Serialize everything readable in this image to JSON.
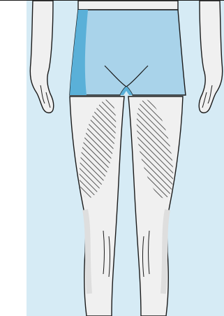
{
  "diagram": {
    "subject": "legs-front-view",
    "highlighted_regions": [
      "left-thigh-front",
      "right-thigh-front"
    ],
    "colors": {
      "background_panel": "#d6ebf5",
      "page": "#ffffff",
      "shorts": "#a9d3ea",
      "shorts_accent": "#5ab0d8",
      "skin": "#f0f0f0",
      "skin_shadow": "#dedede",
      "outline": "#1a1a1a",
      "hatch": "#333333"
    }
  }
}
